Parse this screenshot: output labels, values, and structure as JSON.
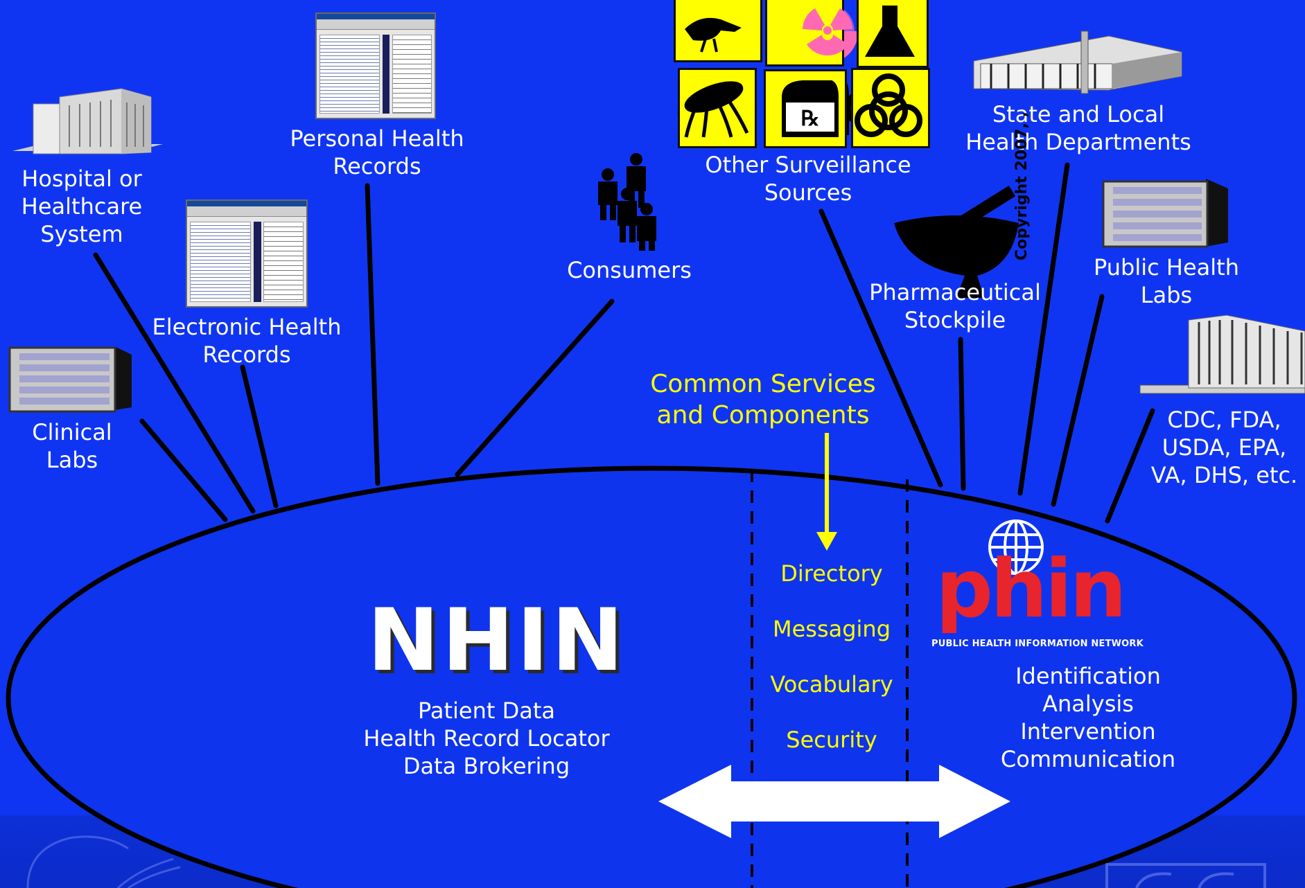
{
  "nodes": {
    "hospital": "Hospital or\nHealthcare\nSystem",
    "phr": "Personal Health\nRecords",
    "ehr": "Electronic Health\nRecords",
    "clinical_labs": "Clinical\nLabs",
    "consumers": "Consumers",
    "other_surveillance": "Other Surveillance\nSources",
    "state_local": "State and Local\nHealth Departments",
    "public_health_labs": "Public Health\nLabs",
    "pharma": "Pharmaceutical\nStockpile",
    "federal": "CDC, FDA,\nUSDA, EPA,\nVA, DHS, etc."
  },
  "common": {
    "title": "Common Services\nand Components",
    "services": [
      "Directory",
      "Messaging",
      "Vocabulary",
      "Security"
    ]
  },
  "nhin": {
    "title": "NHIN",
    "functions": "Patient Data\nHealth Record Locator\nData Brokering"
  },
  "phin": {
    "logo_text": "phin",
    "subtitle": "PUBLIC HEALTH INFORMATION NETWORK",
    "functions": "Identification\nAnalysis\nIntervention\nCommunication"
  },
  "copyright": "Copyright 2007, ,",
  "colors": {
    "background": "#1035f2",
    "highlight": "#ffff00",
    "phin_red": "#e8242c"
  }
}
